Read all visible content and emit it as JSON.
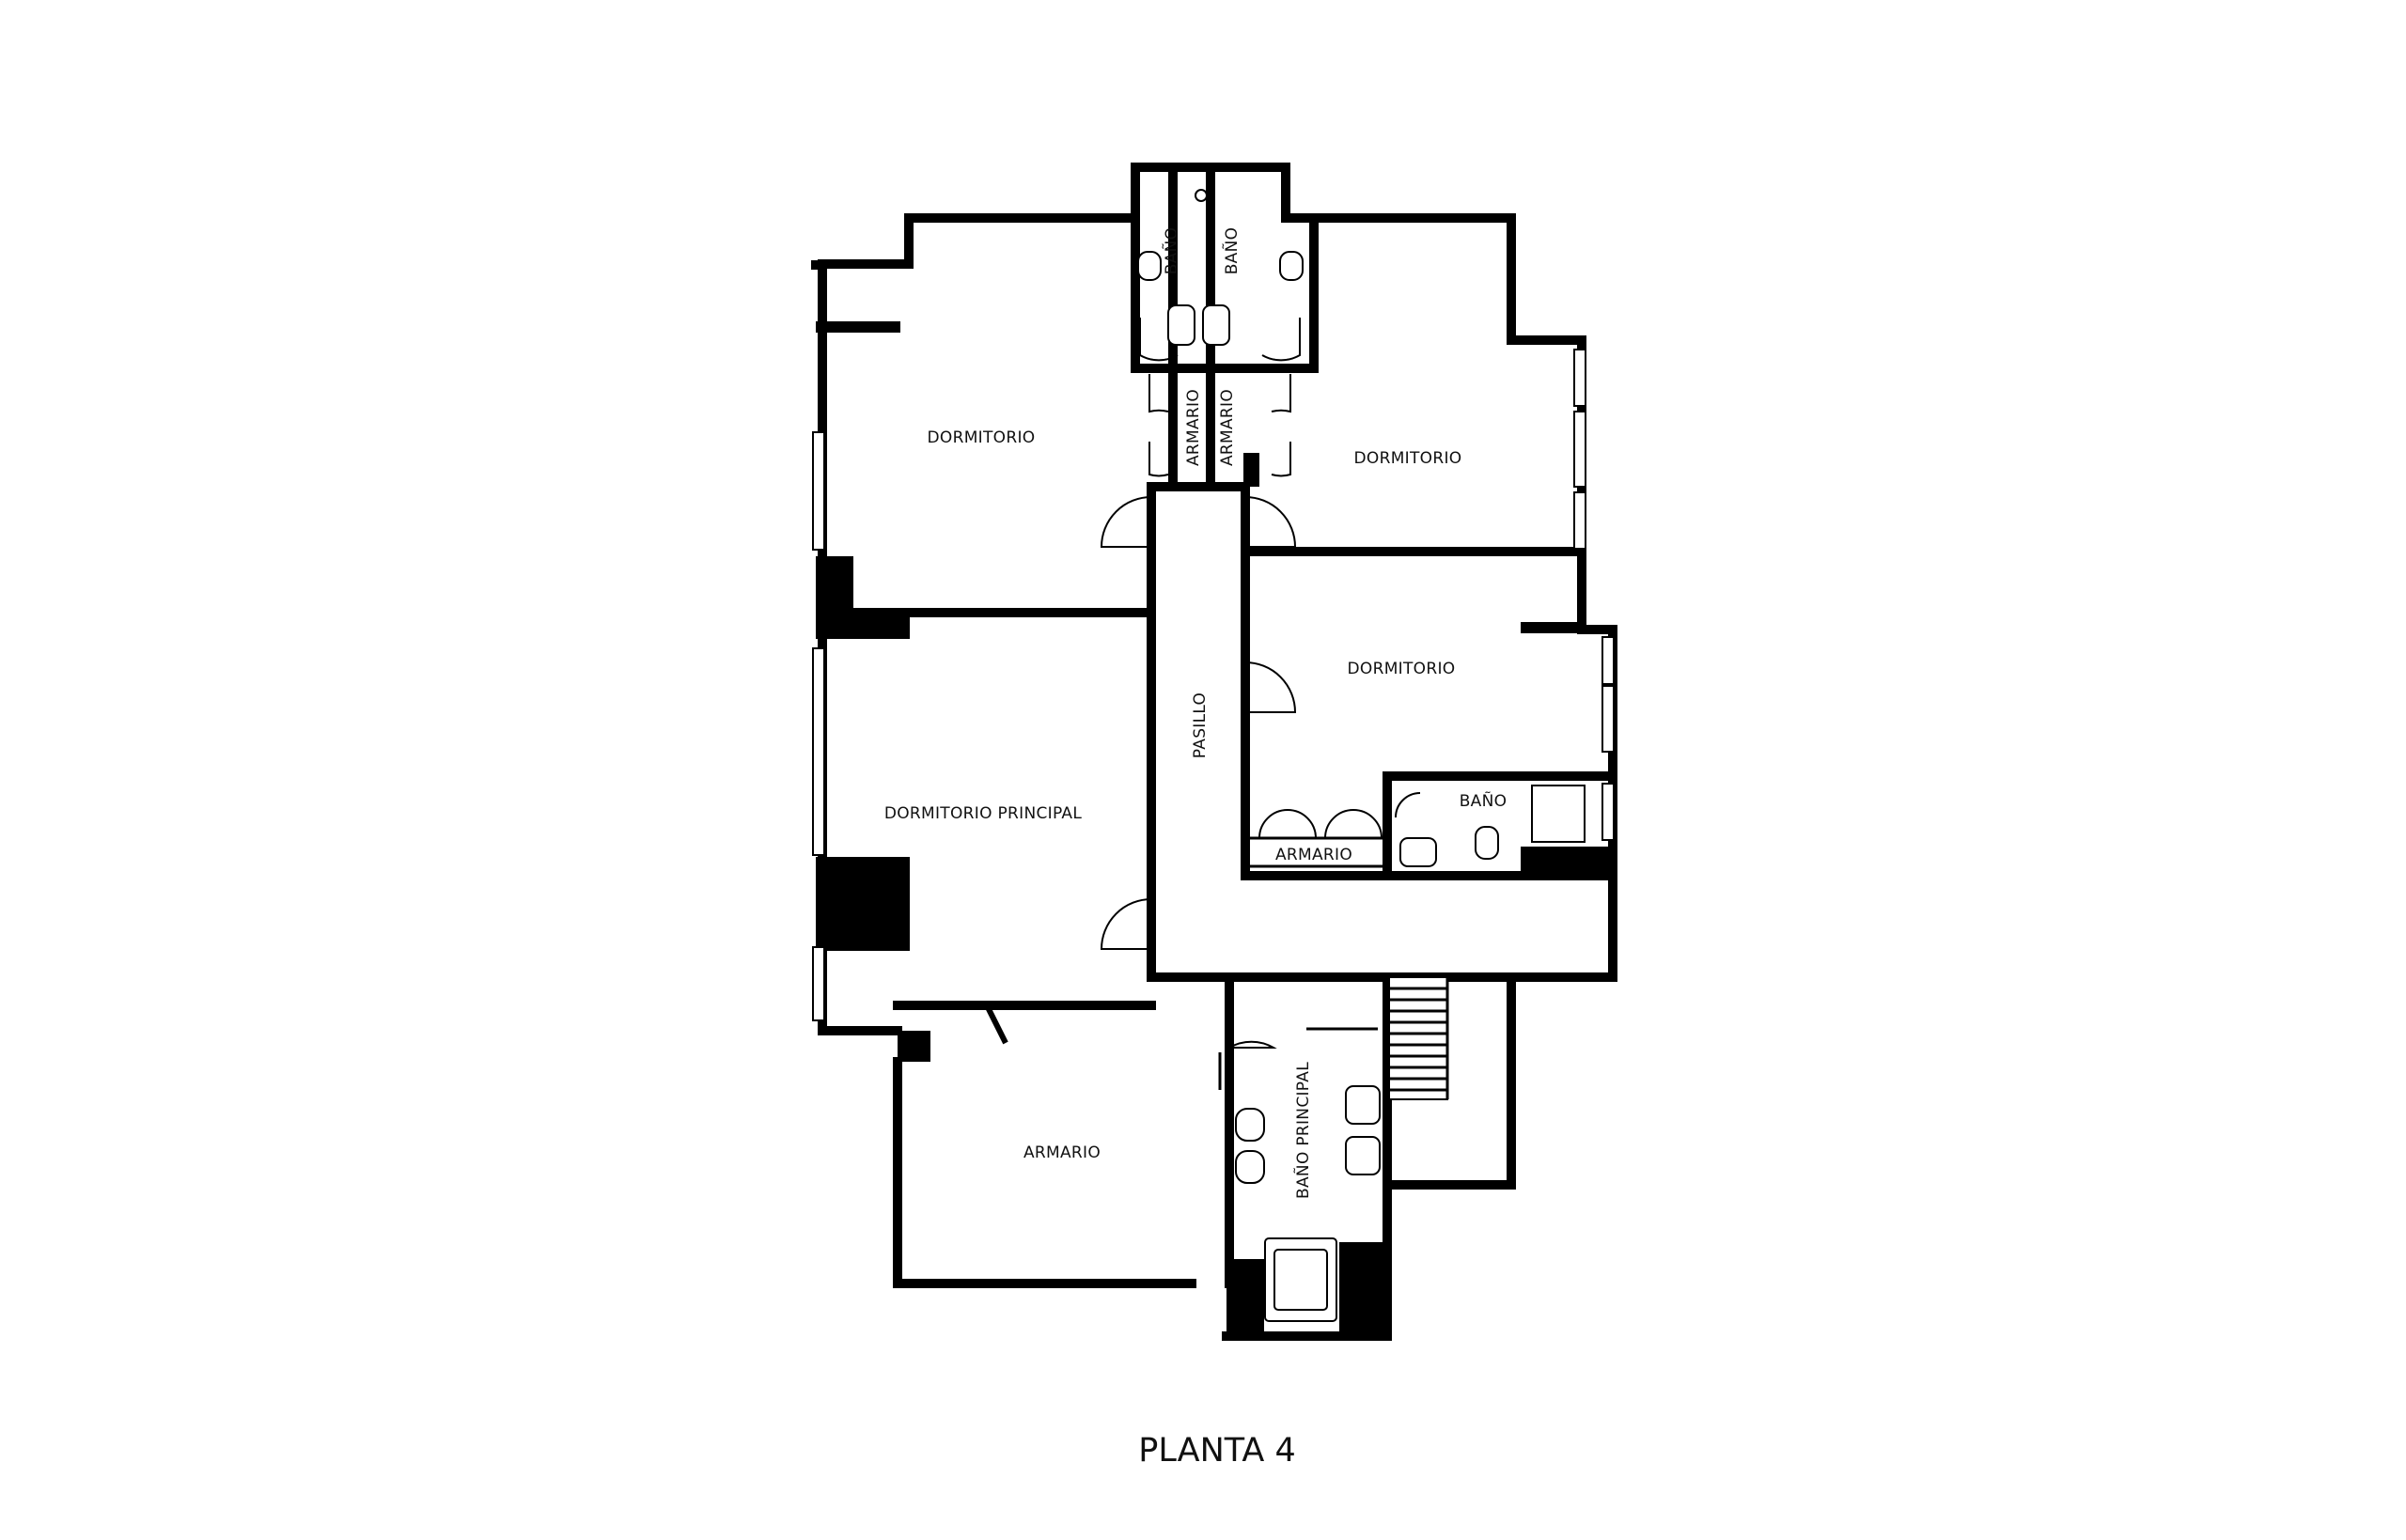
{
  "plan": {
    "title": "PLANTA 4",
    "rooms": {
      "bano_top_left": "BAÑO",
      "bano_top_right": "BAÑO",
      "armario_vertical_left": "ARMARIO",
      "armario_vertical_right": "ARMARIO",
      "dormitorio_top_left": "DORMITORIO",
      "dormitorio_top_right": "DORMITORIO",
      "dormitorio_middle_right": "DORMITORIO",
      "pasillo": "PASILLO",
      "dormitorio_principal": "DORMITORIO PRINCIPAL",
      "bano_middle_right": "BAÑO",
      "armario_middle_right": "ARMARIO",
      "armario_bottom_left": "ARMARIO",
      "bano_principal": "BAÑO PRINCIPAL"
    }
  }
}
